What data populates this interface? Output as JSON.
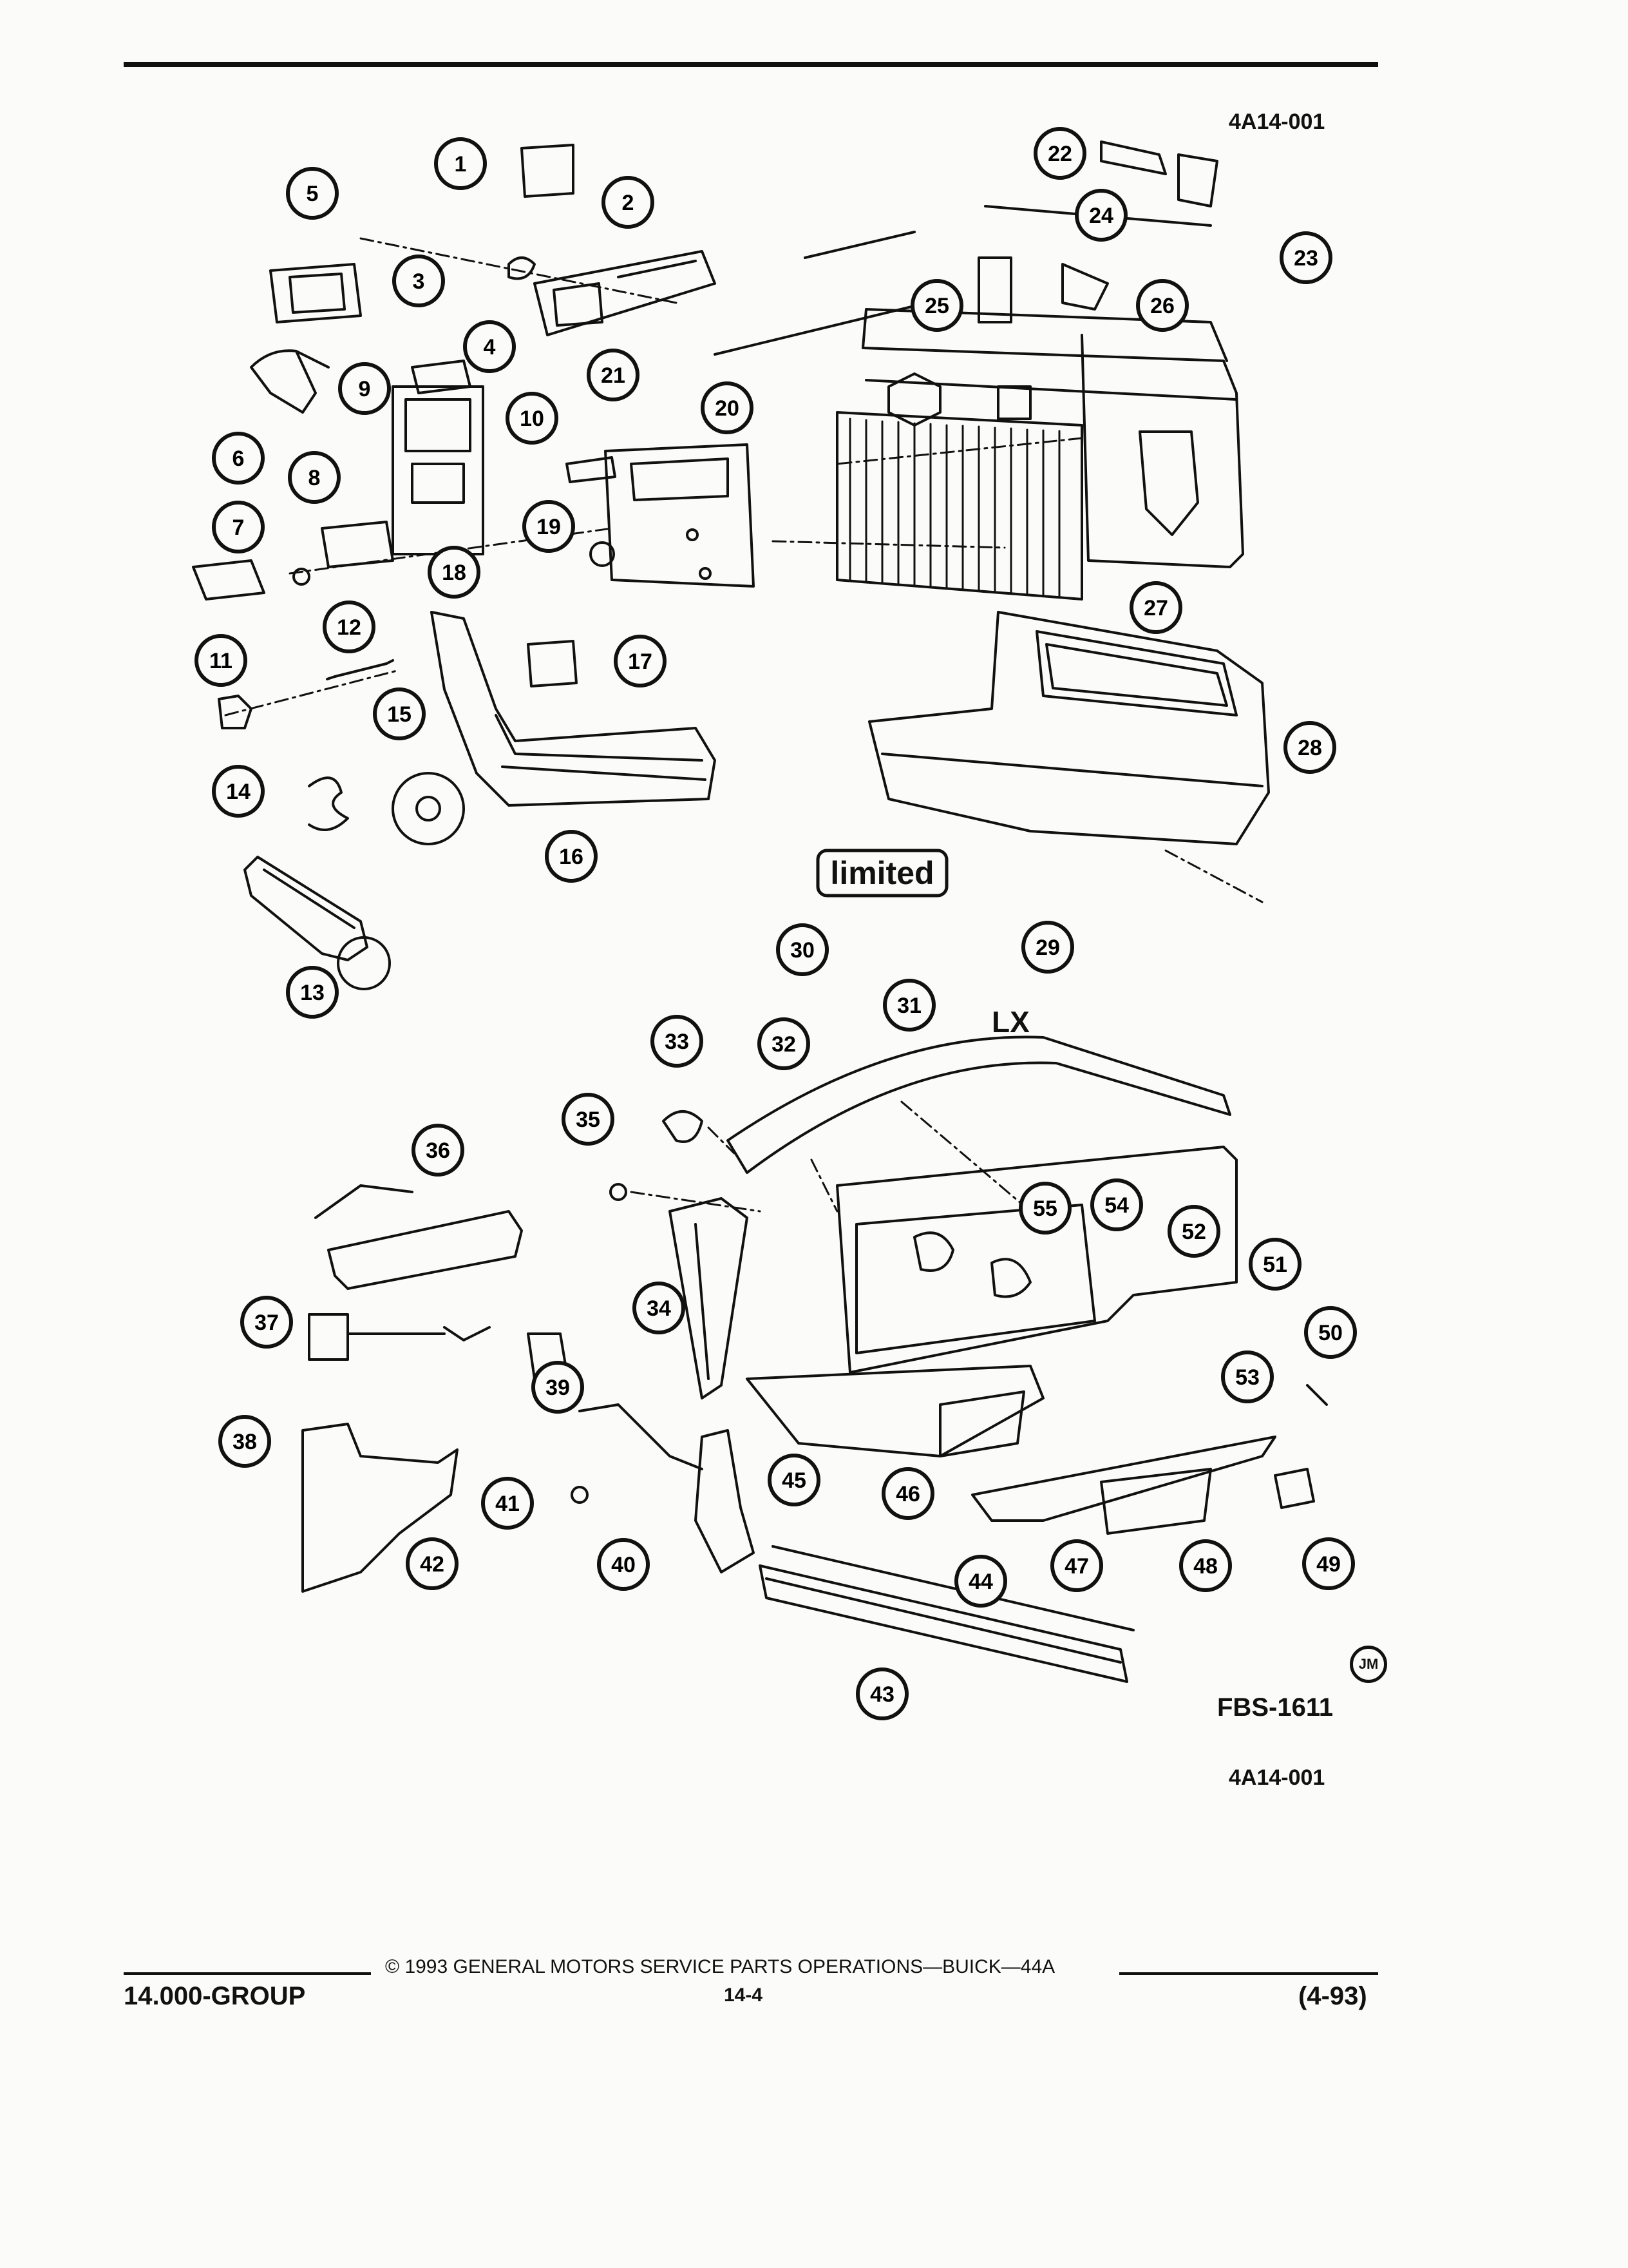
{
  "figure": {
    "id_top": "4A14-001",
    "id_bottom": "4A14-001",
    "drawing_number": "FBS-1611",
    "artist_mark": "JM"
  },
  "emblems": {
    "limited": "limited",
    "lx": "LX"
  },
  "callouts": [
    "1",
    "2",
    "3",
    "4",
    "5",
    "6",
    "7",
    "8",
    "9",
    "10",
    "11",
    "12",
    "13",
    "14",
    "15",
    "16",
    "17",
    "18",
    "19",
    "20",
    "21",
    "22",
    "23",
    "24",
    "25",
    "26",
    "27",
    "28",
    "29",
    "30",
    "31",
    "32",
    "33",
    "34",
    "35",
    "36",
    "37",
    "38",
    "39",
    "40",
    "41",
    "42",
    "43",
    "44",
    "45",
    "46",
    "47",
    "48",
    "49",
    "50",
    "51",
    "52",
    "53",
    "54",
    "55"
  ],
  "footer": {
    "copyright": "© 1993 GENERAL MOTORS SERVICE PARTS OPERATIONS—BUICK—44A",
    "group": "14.000-GROUP",
    "page": "14-4",
    "date": "(4-93)"
  }
}
